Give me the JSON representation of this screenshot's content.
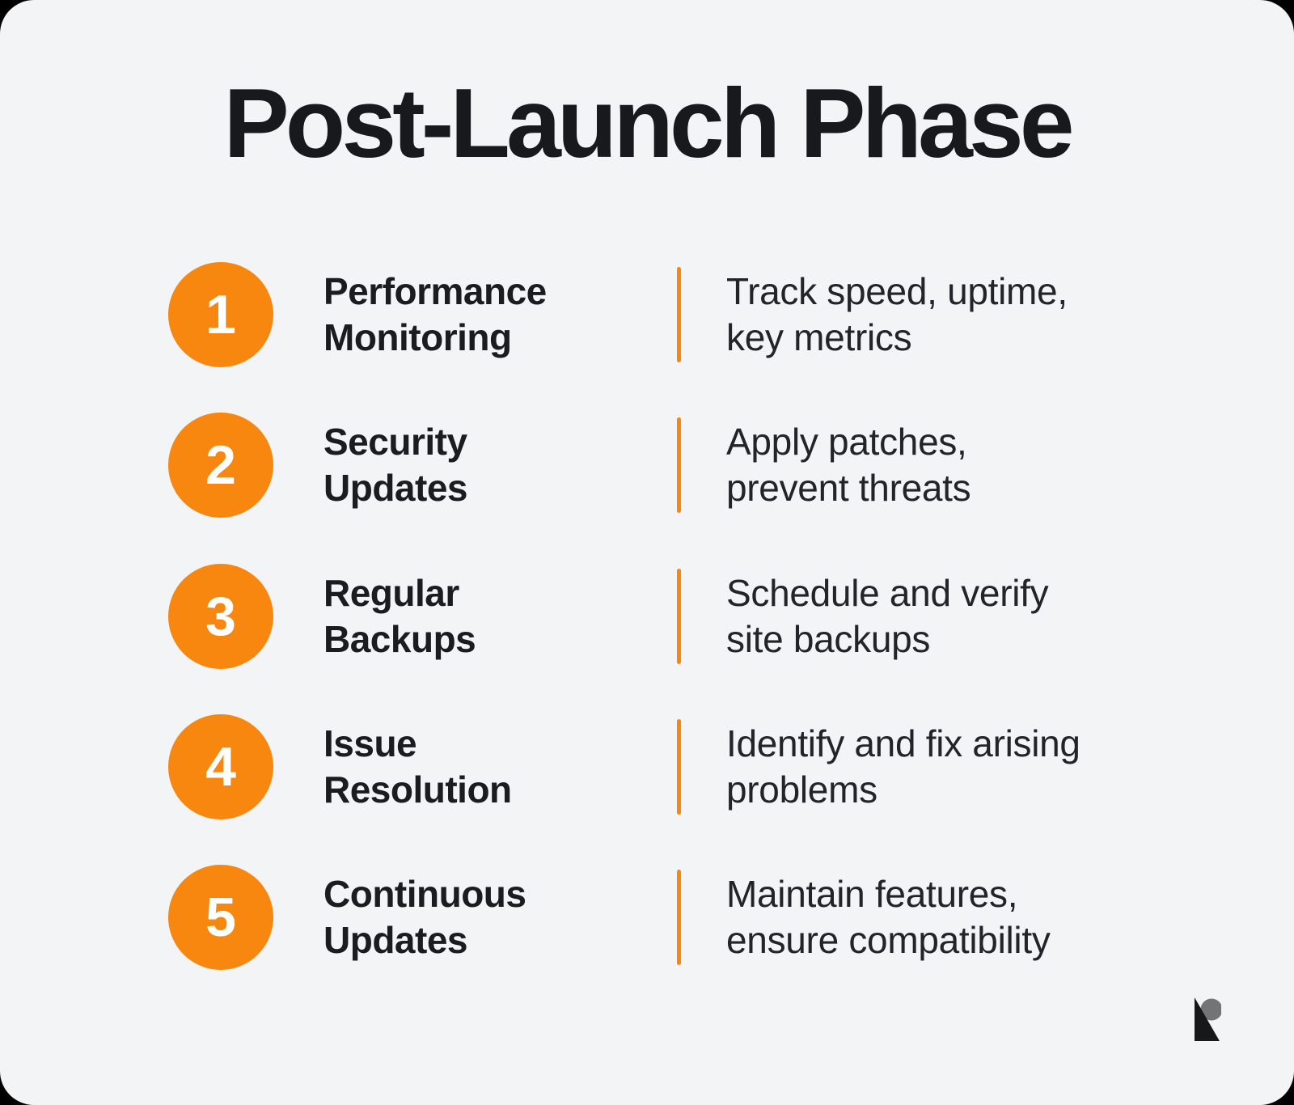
{
  "theme": {
    "page_background": "#000000",
    "card_background": "#F3F4F6",
    "heading_color": "#17191C",
    "title_color": "#1A1C20",
    "description_color": "#212429",
    "accent_orange": "#F7870E",
    "badge_number_color": "#FFFFFF",
    "logo_grey": "#737476",
    "logo_black": "#17181A"
  },
  "header": {
    "title": "Post-Launch Phase"
  },
  "steps": [
    {
      "number": "1",
      "title": "Performance Monitoring",
      "title_lines": [
        "Performance",
        "Monitoring"
      ],
      "description": "Track speed, uptime, key metrics",
      "desc_lines": [
        "Track speed, uptime,",
        "key metrics"
      ]
    },
    {
      "number": "2",
      "title": "Security Updates",
      "title_lines": [
        "Security",
        "Updates"
      ],
      "description": "Apply patches, prevent threats",
      "desc_lines": [
        "Apply patches,",
        "prevent threats"
      ]
    },
    {
      "number": "3",
      "title": "Regular Backups",
      "title_lines": [
        "Regular",
        "Backups"
      ],
      "description": "Schedule and verify site backups",
      "desc_lines": [
        "Schedule and verify",
        "site backups"
      ]
    },
    {
      "number": "4",
      "title": "Issue Resolution",
      "title_lines": [
        "Issue",
        "Resolution"
      ],
      "description": "Identify and fix arising problems",
      "desc_lines": [
        "Identify and fix arising",
        "problems"
      ]
    },
    {
      "number": "5",
      "title": "Continuous Updates",
      "title_lines": [
        "Continuous",
        "Updates"
      ],
      "description": "Maintain features, ensure compatibility",
      "desc_lines": [
        "Maintain features,",
        "ensure compatibility"
      ]
    }
  ]
}
